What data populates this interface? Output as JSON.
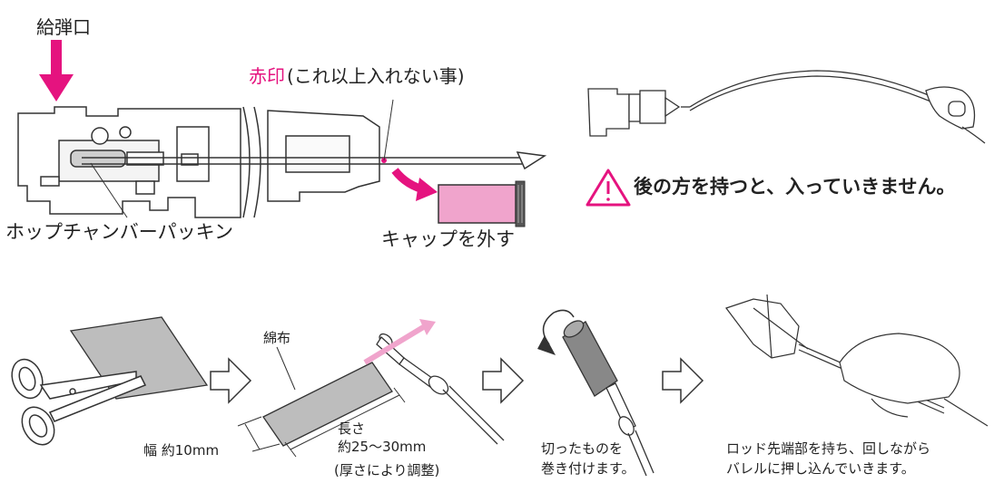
{
  "top": {
    "hopper_label": "給弾口",
    "red_mark_label": "赤印",
    "red_mark_note": "(これ以上入れない事)",
    "packing_label": "ホップチャンバーパッキン",
    "cap_label": "キャップを外す",
    "warning_text": "後の方を持つと、入っていきません。",
    "warning_icon": "warning-triangle-icon"
  },
  "steps": {
    "cloth_label": "綿布",
    "width_label": "幅 約10mm",
    "length_label": "長さ",
    "length_value": "約25～30mm",
    "length_note": "(厚さにより調整)",
    "wrap_line1": "切ったものを",
    "wrap_line2": "巻き付けます。",
    "insert_line1": "ロッド先端部を持ち、回しながら",
    "insert_line2": "バレルに押し込んでいきます。"
  },
  "colors": {
    "accent": "#e5137f",
    "pink_fill": "#f0a4cc",
    "cloth_gray": "#bdbdbd",
    "line": "#333333"
  }
}
